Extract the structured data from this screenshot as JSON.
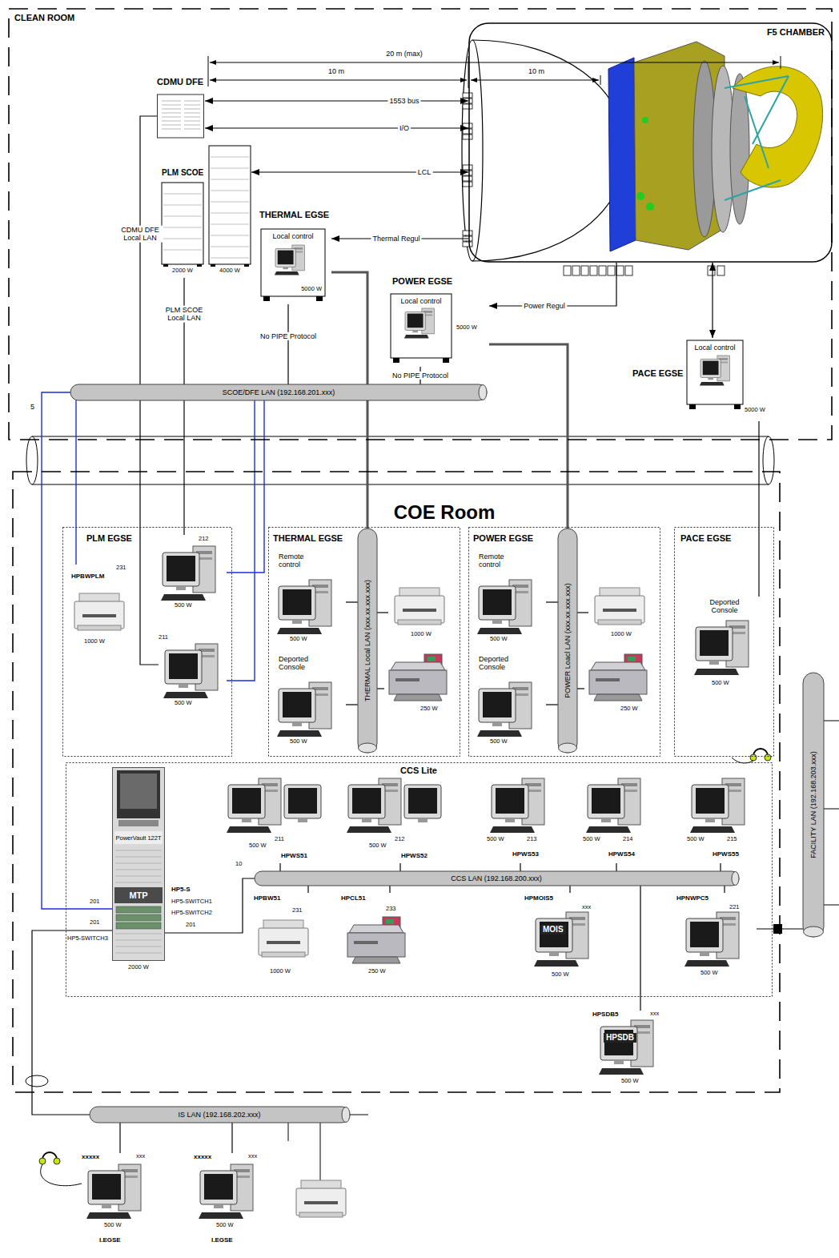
{
  "diagram": {
    "nodes": [
      {
        "text": [
          "CLEAN ROOM"
        ]
      },
      {
        "text": [
          "F5 CHAMBER"
        ],
        "in": 0
      },
      {
        "text": [
          "CDMU DFE"
        ],
        "in": 0
      },
      {
        "text": [
          "PLM SCOE",
          "2000 W",
          "4000 W"
        ],
        "in": 0
      },
      {
        "text": [
          "THERMAL EGSE",
          "Local control",
          "5000 W"
        ],
        "in": 0
      },
      {
        "text": [
          "POWER EGSE",
          "Local control",
          "5000 W"
        ],
        "in": 0
      },
      {
        "text": [
          "PACE EGSE",
          "Local control",
          "5000 W"
        ],
        "in": 0
      },
      {
        "text": [
          "SCOE/DFE LAN (192.168.201.xxx)"
        ],
        "in": 0
      },
      {
        "text": [
          "COE Room"
        ]
      },
      {
        "text": [
          "PLM EGSE"
        ],
        "in": 8
      },
      {
        "text": [
          "HPBWPLM",
          "231",
          "1000 W"
        ],
        "in": 9
      },
      {
        "text": [
          "212",
          "500 W"
        ],
        "in": 9
      },
      {
        "text": [
          "211",
          "500 W"
        ],
        "in": 9
      },
      {
        "text": [
          "THERMAL EGSE"
        ],
        "in": 8
      },
      {
        "text": [
          "Remote control",
          "500 W"
        ],
        "in": 13
      },
      {
        "text": [
          "1000 W"
        ],
        "in": 13
      },
      {
        "text": [
          "Deported Console",
          "500 W"
        ],
        "in": 13
      },
      {
        "text": [
          "250 W"
        ],
        "in": 13
      },
      {
        "text": [
          "THERMAL Local LAN (xxx.xx.xxx.xxx)"
        ],
        "in": 13
      },
      {
        "text": [
          "POWER EGSE"
        ],
        "in": 8
      },
      {
        "text": [
          "Remote control",
          "500 W"
        ],
        "in": 19
      },
      {
        "text": [
          "1000 W"
        ],
        "in": 19
      },
      {
        "text": [
          "Deported Console",
          "500 W"
        ],
        "in": 19
      },
      {
        "text": [
          "250 W"
        ],
        "in": 19
      },
      {
        "text": [
          "POWER Loacl LAN (xxx.xx.xxx.xxx)"
        ],
        "in": 19
      },
      {
        "text": [
          "PACE EGSE"
        ],
        "in": 8
      },
      {
        "text": [
          "Deported Console",
          "500 W"
        ],
        "in": 25
      },
      {
        "text": [
          "CCS Lite"
        ],
        "in": 8
      },
      {
        "text": [
          "PowerVault 122T",
          "MTP"
        ],
        "in": 27
      },
      {
        "text": [
          "211",
          "HPWS51",
          "500 W"
        ],
        "in": 27
      },
      {
        "text": [
          "212",
          "HPWS52",
          "500 W"
        ],
        "in": 27
      },
      {
        "text": [
          "213",
          "HPWS53",
          "500 W"
        ],
        "in": 27
      },
      {
        "text": [
          "214",
          "HPWS54",
          "500 W"
        ],
        "in": 27
      },
      {
        "text": [
          "215",
          "HPWS55",
          "500 W"
        ],
        "in": 27
      },
      {
        "text": [
          "CCS LAN (192.168.200.xxx)"
        ],
        "in": 27
      },
      {
        "text": [
          "HPBW51",
          "231",
          "1000 W"
        ],
        "in": 27
      },
      {
        "text": [
          "HPCL51",
          "233",
          "250 W"
        ],
        "in": 27
      },
      {
        "text": [
          "HPMOIS5",
          "xxx",
          "MOIS",
          "500 W"
        ],
        "in": 27
      },
      {
        "text": [
          "HPNWPC5",
          "221",
          "500 W"
        ],
        "in": 27
      },
      {
        "text": [
          "HPSDB5",
          "xxx",
          "HPSDB",
          "500 W"
        ],
        "in": 8
      },
      {
        "text": [
          "FACILITY LAN (192.168.203.xxx)"
        ]
      },
      {
        "text": [
          "IS LAN (192.168.202.xxx)"
        ]
      },
      {
        "text": [
          "xxxxx",
          "xxx",
          "500 W",
          "I.EGSE"
        ]
      },
      {
        "text": [
          "xxxxx",
          "xxx",
          "500 W",
          "I.EGSE"
        ]
      }
    ],
    "edges": [
      {
        "from": 2,
        "to": 1,
        "arrow": "both",
        "label": "1553 bus"
      },
      {
        "from": 2,
        "to": 1,
        "arrow": "both",
        "label": "I/O"
      },
      {
        "from": 3,
        "to": 1,
        "arrow": "both",
        "label": "LCL"
      },
      {
        "from": 1,
        "to": 4,
        "arrow": "to",
        "label": "Thermal Regul"
      },
      {
        "from": 1,
        "to": 5,
        "arrow": "to",
        "label": "Power Regul"
      },
      {
        "from": 6,
        "to": 1,
        "arrow": "both"
      },
      {
        "from": 2,
        "to": 12,
        "arrow": "none",
        "label": "CDMU DFE Local LAN"
      },
      {
        "from": 3,
        "to": 11,
        "arrow": "none",
        "label": "PLM SCOE Local LAN"
      },
      {
        "from": 4,
        "to": 7,
        "arrow": "none",
        "label": "No PIPE Protocol"
      },
      {
        "from": 5,
        "to": 7,
        "arrow": "none",
        "label": "No PIPE Protocol"
      },
      {
        "from": 4,
        "to": 18,
        "arrow": "none"
      },
      {
        "from": 5,
        "to": 24,
        "arrow": "none"
      },
      {
        "from": 6,
        "to": 26,
        "arrow": "none"
      },
      {
        "from": 7,
        "to": 10,
        "arrow": "none"
      },
      {
        "from": 7,
        "to": 11,
        "arrow": "none"
      },
      {
        "from": 7,
        "to": 12,
        "arrow": "none"
      },
      {
        "from": 7,
        "to": 28,
        "arrow": "none"
      },
      {
        "from": 18,
        "to": 14,
        "arrow": "none"
      },
      {
        "from": 18,
        "to": 15,
        "arrow": "none"
      },
      {
        "from": 18,
        "to": 16,
        "arrow": "none"
      },
      {
        "from": 18,
        "to": 17,
        "arrow": "none"
      },
      {
        "from": 24,
        "to": 20,
        "arrow": "none"
      },
      {
        "from": 24,
        "to": 21,
        "arrow": "none"
      },
      {
        "from": 24,
        "to": 22,
        "arrow": "none"
      },
      {
        "from": 24,
        "to": 23,
        "arrow": "none"
      },
      {
        "from": 34,
        "to": 29,
        "arrow": "none"
      },
      {
        "from": 34,
        "to": 30,
        "arrow": "none"
      },
      {
        "from": 34,
        "to": 31,
        "arrow": "none"
      },
      {
        "from": 34,
        "to": 32,
        "arrow": "none"
      },
      {
        "from": 34,
        "to": 33,
        "arrow": "none"
      },
      {
        "from": 34,
        "to": 35,
        "arrow": "none"
      },
      {
        "from": 34,
        "to": 36,
        "arrow": "none"
      },
      {
        "from": 34,
        "to": 37,
        "arrow": "none"
      },
      {
        "from": 34,
        "to": 38,
        "arrow": "none"
      },
      {
        "from": 34,
        "to": 39,
        "arrow": "none"
      },
      {
        "from": 28,
        "to": 34,
        "arrow": "none"
      },
      {
        "from": 28,
        "to": 41,
        "arrow": "none"
      },
      {
        "from": 41,
        "to": 42,
        "arrow": "none"
      },
      {
        "from": 41,
        "to": 43,
        "arrow": "none"
      },
      {
        "from": 38,
        "to": 40,
        "arrow": "none"
      }
    ],
    "labels": [
      "20 m (max)",
      "10 m",
      "10 m",
      "5",
      "201",
      "201",
      "201",
      "10",
      "HP5-S",
      "HP5-SWITCH1",
      "HP5-SWITCH2",
      "HP5-SWITCH3",
      "2000 W"
    ]
  }
}
